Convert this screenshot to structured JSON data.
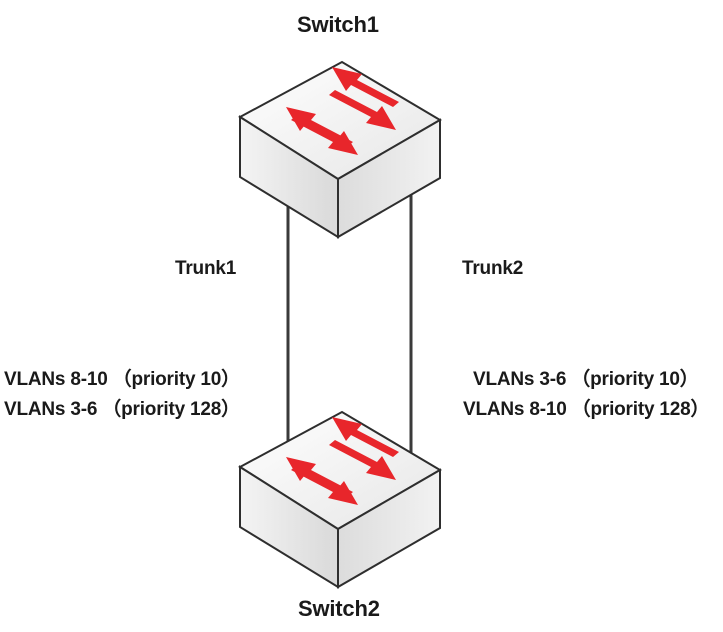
{
  "switches": [
    {
      "name": "Switch1"
    },
    {
      "name": "Switch2"
    }
  ],
  "trunks": [
    {
      "name": "Trunk1",
      "vlans": [
        "VLANs 8-10 （priority 10）",
        "VLANs 3-6 （priority 128）"
      ]
    },
    {
      "name": "Trunk2",
      "vlans": [
        "VLANs 3-6 （priority 10）",
        "VLANs 8-10 （priority 128）"
      ]
    }
  ],
  "colors": {
    "arrow": "#e8262b",
    "link": "#3a3a3a",
    "switch_top": "#f3f3f3",
    "switch_side": "#e2e2e2",
    "outline": "#2e2e2e"
  }
}
